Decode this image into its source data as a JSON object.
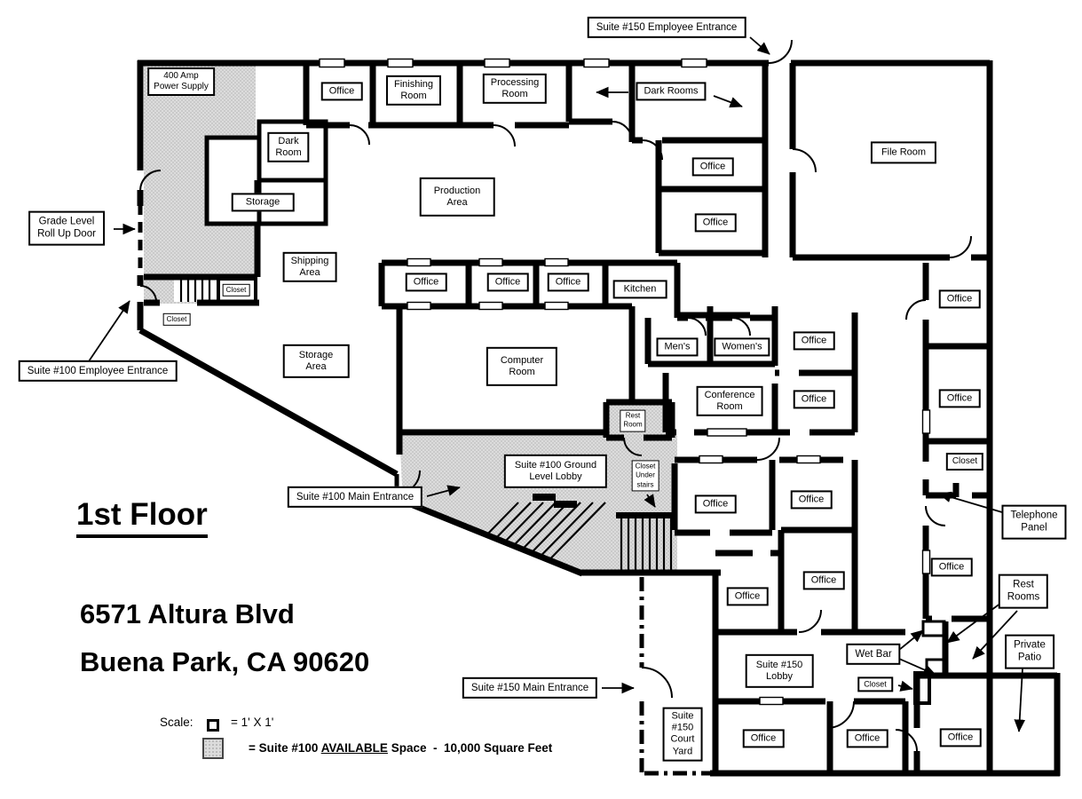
{
  "title": {
    "floor": "1st Floor",
    "address1": "6571 Altura Blvd",
    "address2": "Buena Park, CA 90620"
  },
  "scale": {
    "label": "Scale:",
    "value": "= 1' X 1'"
  },
  "legend": {
    "prefix": "= Suite #100 ",
    "emph": "AVAILABLE",
    "suffix": " Space  -  10,000 Square Feet"
  },
  "colors": {
    "wall": "#000000",
    "available_space_fill": "#dcdcdc",
    "background": "#ffffff"
  },
  "rooms": [
    {
      "id": "power-supply",
      "label": "400 Amp\nPower Supply"
    },
    {
      "id": "office-top-1",
      "label": "Office"
    },
    {
      "id": "finishing-room",
      "label": "Finishing\nRoom"
    },
    {
      "id": "processing-room",
      "label": "Processing\nRoom"
    },
    {
      "id": "dark-rooms",
      "label": "Dark Rooms"
    },
    {
      "id": "dark-room",
      "label": "Dark\nRoom"
    },
    {
      "id": "storage",
      "label": "Storage"
    },
    {
      "id": "production-area",
      "label": "Production\nArea"
    },
    {
      "id": "file-room",
      "label": "File Room"
    },
    {
      "id": "office-east-1",
      "label": "Office"
    },
    {
      "id": "office-east-2",
      "label": "Office"
    },
    {
      "id": "shipping-area",
      "label": "Shipping\nArea"
    },
    {
      "id": "office-band-1",
      "label": "Office"
    },
    {
      "id": "office-band-2",
      "label": "Office"
    },
    {
      "id": "office-band-3",
      "label": "Office"
    },
    {
      "id": "kitchen",
      "label": "Kitchen"
    },
    {
      "id": "closet-dock",
      "label": "Closet"
    },
    {
      "id": "closet-left",
      "label": "Closet"
    },
    {
      "id": "storage-area",
      "label": "Storage\nArea"
    },
    {
      "id": "computer-room",
      "label": "Computer\nRoom"
    },
    {
      "id": "mens",
      "label": "Men's"
    },
    {
      "id": "womens",
      "label": "Women's"
    },
    {
      "id": "office-mid-1",
      "label": "Office"
    },
    {
      "id": "conference-room",
      "label": "Conference\nRoom"
    },
    {
      "id": "office-mid-2",
      "label": "Office"
    },
    {
      "id": "office-rcol-1",
      "label": "Office"
    },
    {
      "id": "office-rcol-2",
      "label": "Office"
    },
    {
      "id": "closet-rcol",
      "label": "Closet"
    },
    {
      "id": "rest-room",
      "label": "Rest\nRoom"
    },
    {
      "id": "suite100-lobby",
      "label": "Suite #100 Ground\nLevel Lobby"
    },
    {
      "id": "closet-under-stairs",
      "label": "Closet\nUnder\nstairs"
    },
    {
      "id": "office-low-1",
      "label": "Office"
    },
    {
      "id": "office-low-2",
      "label": "Office"
    },
    {
      "id": "office-rcol-3",
      "label": "Office"
    },
    {
      "id": "office-low-3",
      "label": "Office"
    },
    {
      "id": "office-low-4",
      "label": "Office"
    },
    {
      "id": "suite150-lobby",
      "label": "Suite #150\nLobby"
    },
    {
      "id": "suite150-courtyard",
      "label": "Suite\n#150\nCourt\nYard"
    },
    {
      "id": "office-bot-1",
      "label": "Office"
    },
    {
      "id": "office-bot-2",
      "label": "Office"
    },
    {
      "id": "office-bot-3",
      "label": "Office"
    }
  ],
  "callouts": [
    {
      "id": "suite150-employee-entrance",
      "label": "Suite #150 Employee Entrance"
    },
    {
      "id": "grade-level-roll-up-door",
      "label": "Grade Level\nRoll Up Door"
    },
    {
      "id": "suite100-employee-entrance",
      "label": "Suite #100 Employee Entrance"
    },
    {
      "id": "suite100-main-entrance",
      "label": "Suite #100 Main Entrance"
    },
    {
      "id": "suite150-main-entrance",
      "label": "Suite #150 Main Entrance"
    },
    {
      "id": "telephone-panel",
      "label": "Telephone\nPanel"
    },
    {
      "id": "rest-rooms",
      "label": "Rest\nRooms"
    },
    {
      "id": "private-patio",
      "label": "Private\nPatio"
    },
    {
      "id": "wet-bar",
      "label": "Wet Bar"
    },
    {
      "id": "closet-150",
      "label": "Closet"
    }
  ]
}
